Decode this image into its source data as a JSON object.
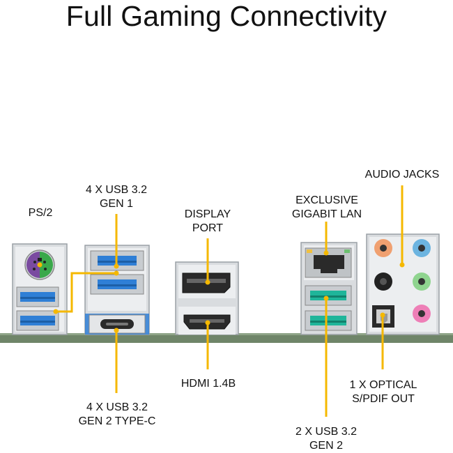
{
  "title": "Full Gaming Connectivity",
  "labels": {
    "ps2": "PS/2",
    "usb_gen1_line1": "4 X USB 3.2",
    "usb_gen1_line2": "GEN 1",
    "display_line1": "DISPLAY",
    "display_line2": "PORT",
    "lan_line1": "EXCLUSIVE",
    "lan_line2": "GIGABIT LAN",
    "audio": "AUDIO JACKS",
    "hdmi": "HDMI 1.4B",
    "optical_line1": "1 X OPTICAL",
    "optical_line2": "S/PDIF OUT",
    "usb_typec_line1": "4 X USB 3.2",
    "usb_typec_line2": "GEN 2 TYPE-C",
    "usb_gen2_line1": "2 X USB 3.2",
    "usb_gen2_line2": "GEN 2"
  },
  "colors": {
    "callout": "#f5b800",
    "board": "#6f8569",
    "usb_gen1_blue": "#2f7fd6",
    "usb_gen2_teal": "#1fb59a",
    "ps2_purple": "#7a4aa0",
    "ps2_green": "#3aa84a",
    "jack_orange": "#f0a070",
    "jack_blue": "#6cb4e0",
    "jack_black": "#222222",
    "jack_green": "#8fd48f",
    "jack_pink": "#ee7fb7"
  }
}
